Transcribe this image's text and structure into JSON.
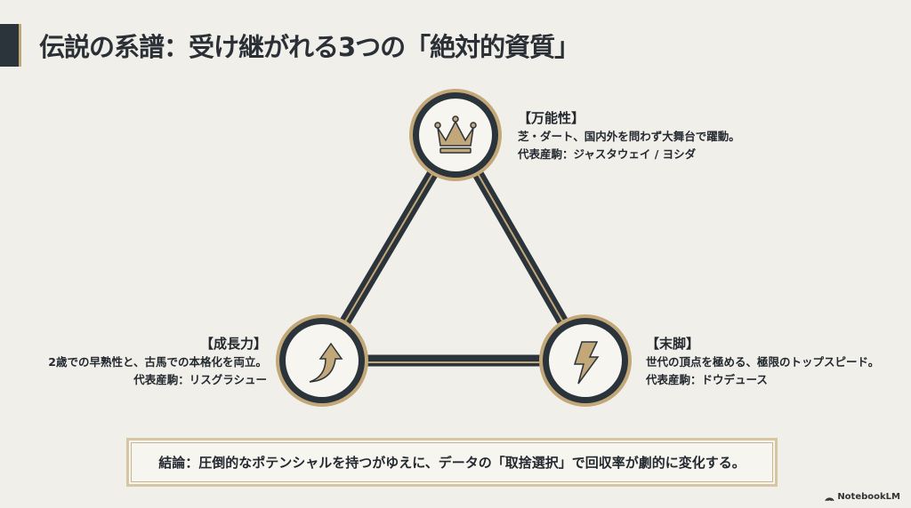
{
  "title": "伝説の系譜：受け継がれる3つの「絶対的資質」",
  "nodes": {
    "top": {
      "icon": "crown-icon",
      "heading": "【万能性】",
      "desc": "芝・ダート、国内外を問わず大舞台で躍動。",
      "example": "代表産駒：ジャスタウェイ / ヨシダ"
    },
    "left": {
      "icon": "curved-arrow-up-icon",
      "heading": "【成長力】",
      "desc": "2歳での早熟性と、古馬での本格化を両立。",
      "example": "代表産駒：リスグラシュー"
    },
    "right": {
      "icon": "lightning-icon",
      "heading": "【末脚】",
      "desc": "世代の頂点を極める、極限のトップスピード。",
      "example": "代表産駒：ドウデュース"
    }
  },
  "conclusion": "結論：圧倒的なポテンシャルを持つがゆえに、データの「取捨選択」で回収率が劇的に変化する。",
  "brand": "NotebookLM",
  "colors": {
    "dark": "#2b333b",
    "gold": "#c2a878",
    "background": "#f1efea"
  }
}
